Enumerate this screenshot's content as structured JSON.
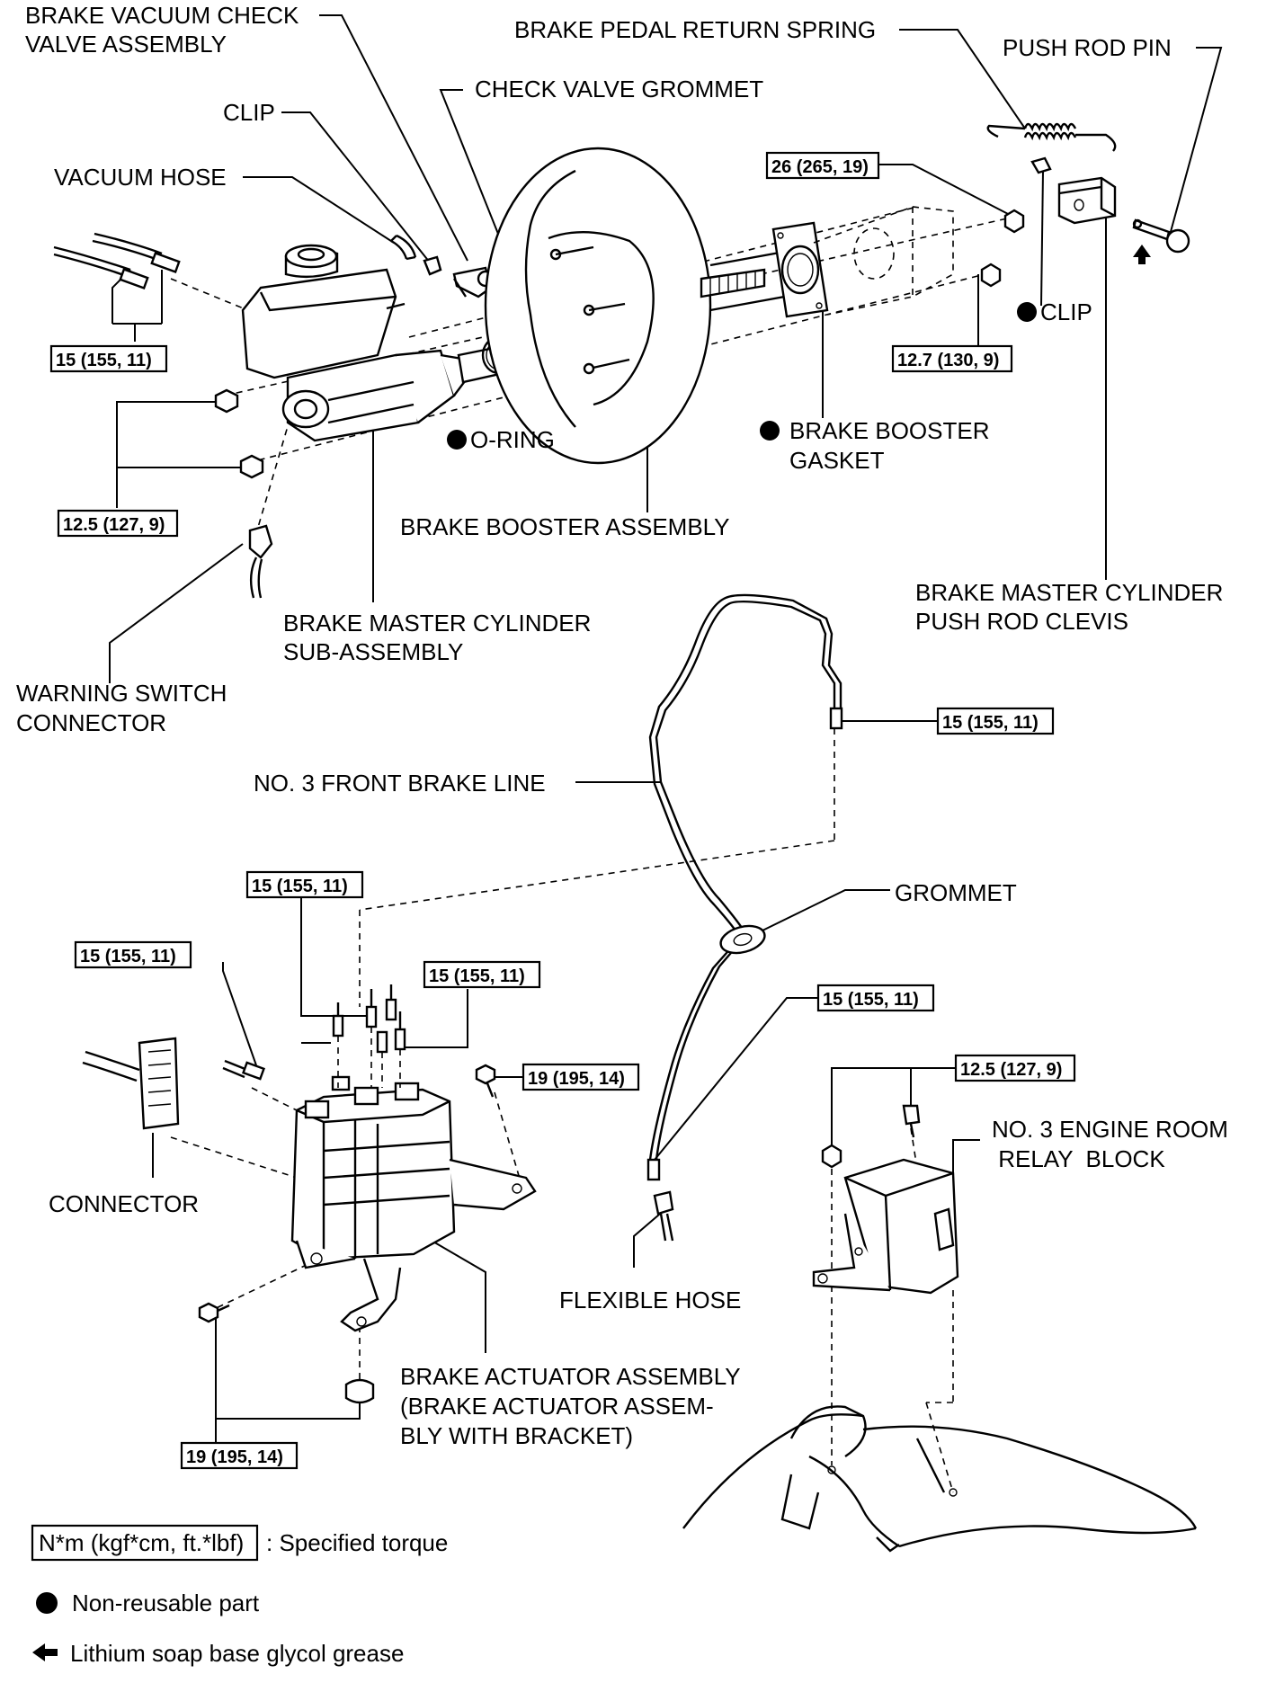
{
  "labels": {
    "brake_vacuum_check_valve": [
      "BRAKE VACUUM CHECK",
      "VALVE ASSEMBLY"
    ],
    "brake_pedal_return_spring": "BRAKE PEDAL RETURN SPRING",
    "push_rod_pin": "PUSH ROD PIN",
    "clip_top": "CLIP",
    "check_valve_grommet": "CHECK VALVE GROMMET",
    "vacuum_hose": "VACUUM HOSE",
    "clip_right": "CLIP",
    "o_ring": "O-RING",
    "brake_booster_gasket": [
      "BRAKE BOOSTER",
      "GASKET"
    ],
    "brake_booster_assembly": "BRAKE BOOSTER ASSEMBLY",
    "push_rod_clevis": [
      "BRAKE MASTER CYLINDER",
      "PUSH ROD CLEVIS"
    ],
    "master_cylinder": [
      "BRAKE MASTER CYLINDER",
      "SUB-ASSEMBLY"
    ],
    "warning_switch_connector": [
      "WARNING SWITCH",
      "CONNECTOR"
    ],
    "front_brake_line": "NO.  3 FRONT BRAKE LINE",
    "grommet": "GROMMET",
    "connector": "CONNECTOR",
    "engine_room_relay_block": [
      "NO. 3 ENGINE ROOM",
      " RELAY  BLOCK"
    ],
    "flexible_hose": "FLEXIBLE HOSE",
    "brake_actuator_assembly": [
      "BRAKE ACTUATOR ASSEMBLY",
      "(BRAKE ACTUATOR ASSEM-",
      "BLY WITH BRACKET)"
    ]
  },
  "torques": {
    "booster_nut_upper": "26 (265, 19)",
    "booster_nut_lower": "12.7 (130, 9)",
    "master_lines": "15 (155, 11)",
    "master_nuts": "12.5 (127, 9)",
    "front_line_top": "15 (155, 11)",
    "actuator_top": "15 (155, 11)",
    "actuator_left": "15 (155, 11)",
    "actuator_right": "15 (155, 11)",
    "flexible_hose_line": "15 (155, 11)",
    "actuator_bolt_upper": "19 (195, 14)",
    "relay_block": "12.5 (127, 9)",
    "actuator_bolt_lower": "19 (195, 14)"
  },
  "legend": {
    "torque_box": "N*m (kgf*cm, ft.*lbf)",
    "torque_text": ": Specified torque",
    "non_reusable": "Non-reusable part",
    "grease": "Lithium soap base glycol grease"
  }
}
